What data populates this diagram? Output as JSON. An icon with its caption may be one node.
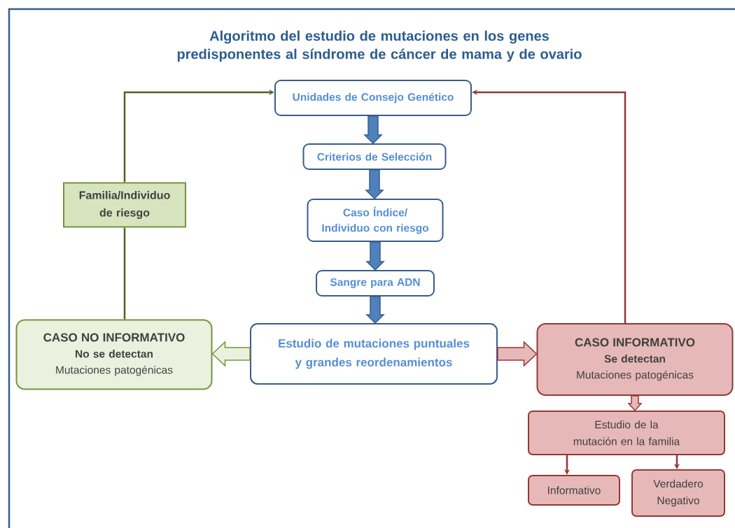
{
  "diagram": {
    "title": "Algoritmo del estudio de mutaciones en los genes predisponentes al síndrome de cáncer de mama y de ovario",
    "nodes": [
      {
        "text": [
          "Unidades de Consejo Genético"
        ]
      },
      {
        "text": [
          "Criterios de Selección"
        ]
      },
      {
        "text": [
          "Caso Índice/ Individuo con riesgo"
        ]
      },
      {
        "text": [
          "Sangre para ADN"
        ]
      },
      {
        "text": [
          "Estudio de mutaciones puntuales y grandes reordenamientos"
        ]
      },
      {
        "text": [
          "CASO NO INFORMATIVO",
          "No se detectan",
          "Mutaciones patogénicas"
        ]
      },
      {
        "text": [
          "Familia/Individuo de riesgo"
        ]
      },
      {
        "text": [
          "CASO INFORMATIVO",
          "Se detectan",
          "Mutaciones patogénicas"
        ]
      },
      {
        "text": [
          "Estudio de la mutación en la familia"
        ]
      },
      {
        "text": [
          "Informativo"
        ]
      },
      {
        "text": [
          "Verdadero Negativo"
        ]
      }
    ],
    "edges": [
      {
        "from": 0,
        "to": 1,
        "arrow": "to",
        "style": "thick"
      },
      {
        "from": 1,
        "to": 2,
        "arrow": "to",
        "style": "thick"
      },
      {
        "from": 2,
        "to": 3,
        "arrow": "to",
        "style": "thick"
      },
      {
        "from": 3,
        "to": 4,
        "arrow": "to",
        "style": "thick"
      },
      {
        "from": 4,
        "to": 5,
        "arrow": "to",
        "style": "thick",
        "color": "#4f6228"
      },
      {
        "from": 4,
        "to": 7,
        "arrow": "to",
        "style": "thick",
        "color": "#953735"
      },
      {
        "from": 7,
        "to": 8,
        "arrow": "to",
        "style": "thick",
        "color": "#953735"
      },
      {
        "from": 5,
        "to": 6,
        "arrow": "none",
        "color": "#4f6228"
      },
      {
        "from": 6,
        "to": 0,
        "arrow": "to",
        "color": "#4f6228"
      },
      {
        "from": 7,
        "to": 0,
        "arrow": "to",
        "color": "#953735"
      },
      {
        "from": 8,
        "to": 9,
        "arrow": "to",
        "color": "#953735"
      },
      {
        "from": 8,
        "to": 10,
        "arrow": "to",
        "color": "#953735"
      }
    ]
  }
}
